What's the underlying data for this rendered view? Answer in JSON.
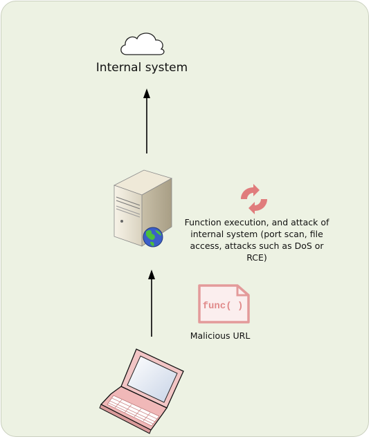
{
  "internal_system": {
    "label": "Internal system"
  },
  "attack": {
    "description": "Function execution, and attack of internal system (port scan, file access, attacks such as DoS or RCE)"
  },
  "payload": {
    "code": "func( )",
    "label": "Malicious URL"
  },
  "icons": {
    "cloud": "cloud-icon",
    "server": "server-icon",
    "globe": "globe-icon",
    "refresh": "refresh-icon",
    "document": "document-icon",
    "laptop": "laptop-icon"
  },
  "colors": {
    "background": "#edf2e3",
    "accent": "#e08080",
    "arrow": "#000000"
  }
}
